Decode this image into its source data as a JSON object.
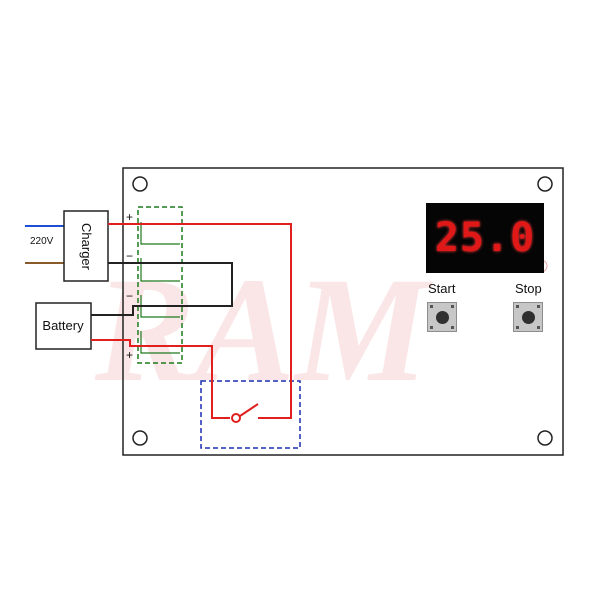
{
  "display": {
    "reading": "25.0"
  },
  "buttons": {
    "start_label": "Start",
    "stop_label": "Stop"
  },
  "charger": {
    "label": "Charger",
    "input_label": "220V"
  },
  "battery": {
    "label": "Battery"
  },
  "terminals": {
    "charger_plus": "+",
    "charger_minus": "−",
    "battery_minus": "−",
    "battery_plus": "+"
  },
  "colors": {
    "board_outline": "#222222",
    "positive_wire": "#e0201f",
    "negative_wire": "#222222",
    "terminal_block": "#1f7a1f",
    "relay_box": "#1c2fb0",
    "mains_live": "#1a4fd6",
    "mains_neutral": "#8a5a2b",
    "led_digits": "#e01818",
    "watermark": "#f2c6c6"
  },
  "icons": {
    "relay_switch": "switch-icon",
    "mount_hole": "mounting-hole-icon"
  }
}
